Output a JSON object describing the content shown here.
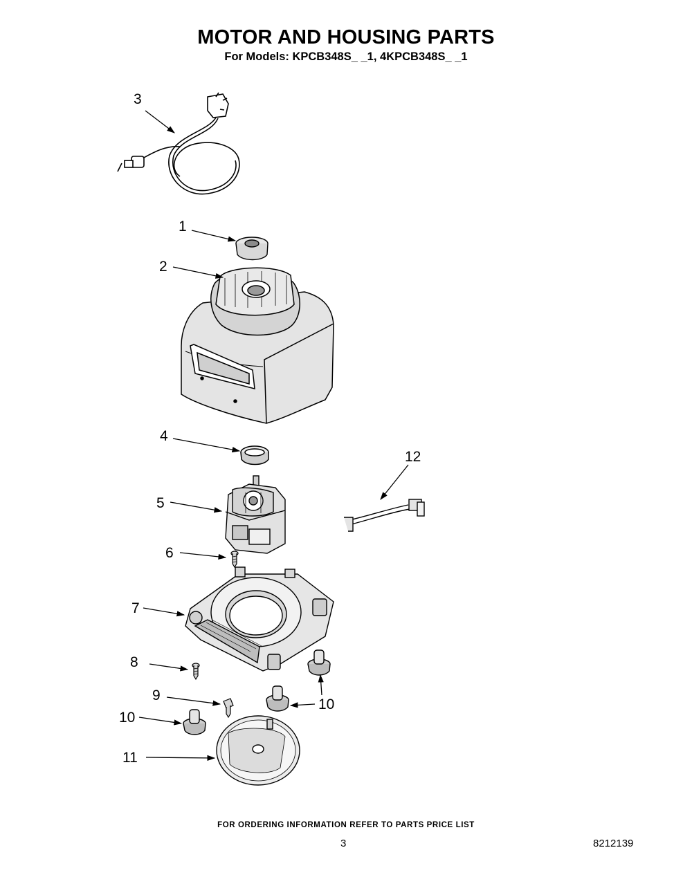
{
  "header": {
    "title": "MOTOR AND HOUSING PARTS",
    "subtitle": "For Models: KPCB348S_ _1, 4KPCB348S_ _1"
  },
  "callouts": {
    "cord": "3",
    "coupler": "1",
    "housing": "2",
    "ring": "4",
    "motor": "5",
    "motor_screw": "6",
    "base": "7",
    "base_screw": "8",
    "plate_screw": "9",
    "foot_left": "10",
    "foot_right": "10",
    "bottom_plate": "11",
    "harness": "12"
  },
  "footer": {
    "note": "FOR ORDERING INFORMATION REFER TO PARTS PRICE LIST",
    "page_number": "3",
    "doc_number": "8212139"
  }
}
